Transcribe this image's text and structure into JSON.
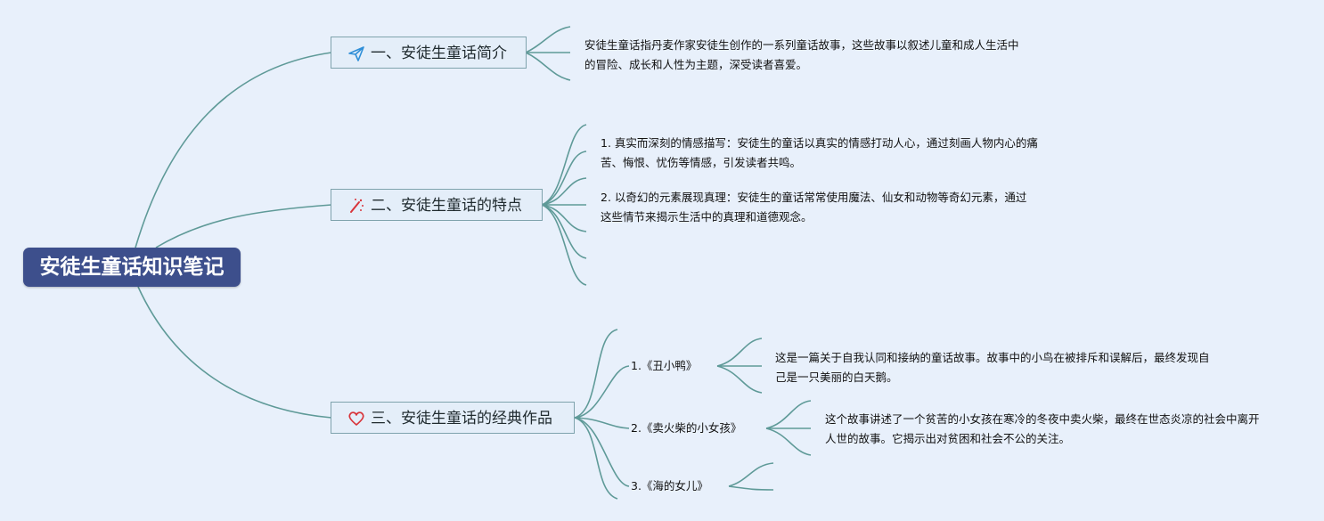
{
  "root": {
    "title": "安徒生童话知识笔记"
  },
  "branches": [
    {
      "title": "一、安徒生童话简介",
      "icon": "paper-plane-icon",
      "items": [
        "安徒生童话指丹麦作家安徒生创作的一系列童话故事，这些故事以叙述儿童和成人生活中的冒险、成长和人性为主题，深受读者喜爱。"
      ]
    },
    {
      "title": "二、安徒生童话的特点",
      "icon": "magic-wand-icon",
      "items": [
        "1. 真实而深刻的情感描写：安徒生的童话以真实的情感打动人心，通过刻画人物内心的痛苦、悔恨、忧伤等情感，引发读者共鸣。",
        "2. 以奇幻的元素展现真理：安徒生的童话常常使用魔法、仙女和动物等奇幻元素，通过这些情节来揭示生活中的真理和道德观念。"
      ]
    },
    {
      "title": "三、安徒生童话的经典作品",
      "icon": "heart-icon",
      "works": [
        {
          "title": "1.《丑小鸭》",
          "desc": "这是一篇关于自我认同和接纳的童话故事。故事中的小鸟在被排斥和误解后，最终发现自己是一只美丽的白天鹅。"
        },
        {
          "title": "2.《卖火柴的小女孩》",
          "desc": "这个故事讲述了一个贫苦的小女孩在寒冷的冬夜中卖火柴，最终在世态炎凉的社会中离开人世的故事。它揭示出对贫困和社会不公的关注。"
        },
        {
          "title": "3.《海的女儿》",
          "desc": ""
        }
      ]
    }
  ],
  "colors": {
    "root_bg": "#3d4f8c",
    "line": "#5f9a98",
    "branch_border": "#7fa3ad",
    "icon_blue": "#2f8fd8",
    "icon_red": "#d8343a"
  }
}
